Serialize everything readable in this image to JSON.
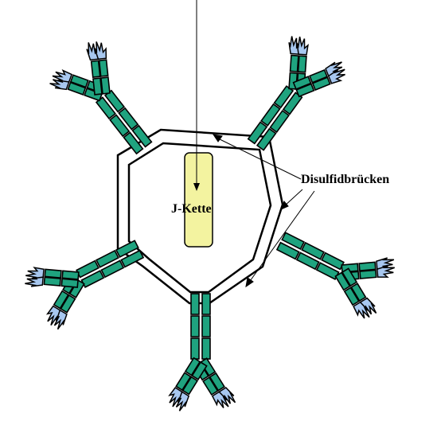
{
  "labels": {
    "j_chain": "J-Kette",
    "disulfide": "Disulfidbrücken"
  },
  "colors": {
    "heavy_chain": "#1fa37f",
    "variable_tip": "#a8c8f0",
    "j_chain": "#f3f3a0",
    "outline": "#000000",
    "background": "#ffffff"
  },
  "structure": {
    "type": "IgM pentamer",
    "monomer_count": 5
  }
}
